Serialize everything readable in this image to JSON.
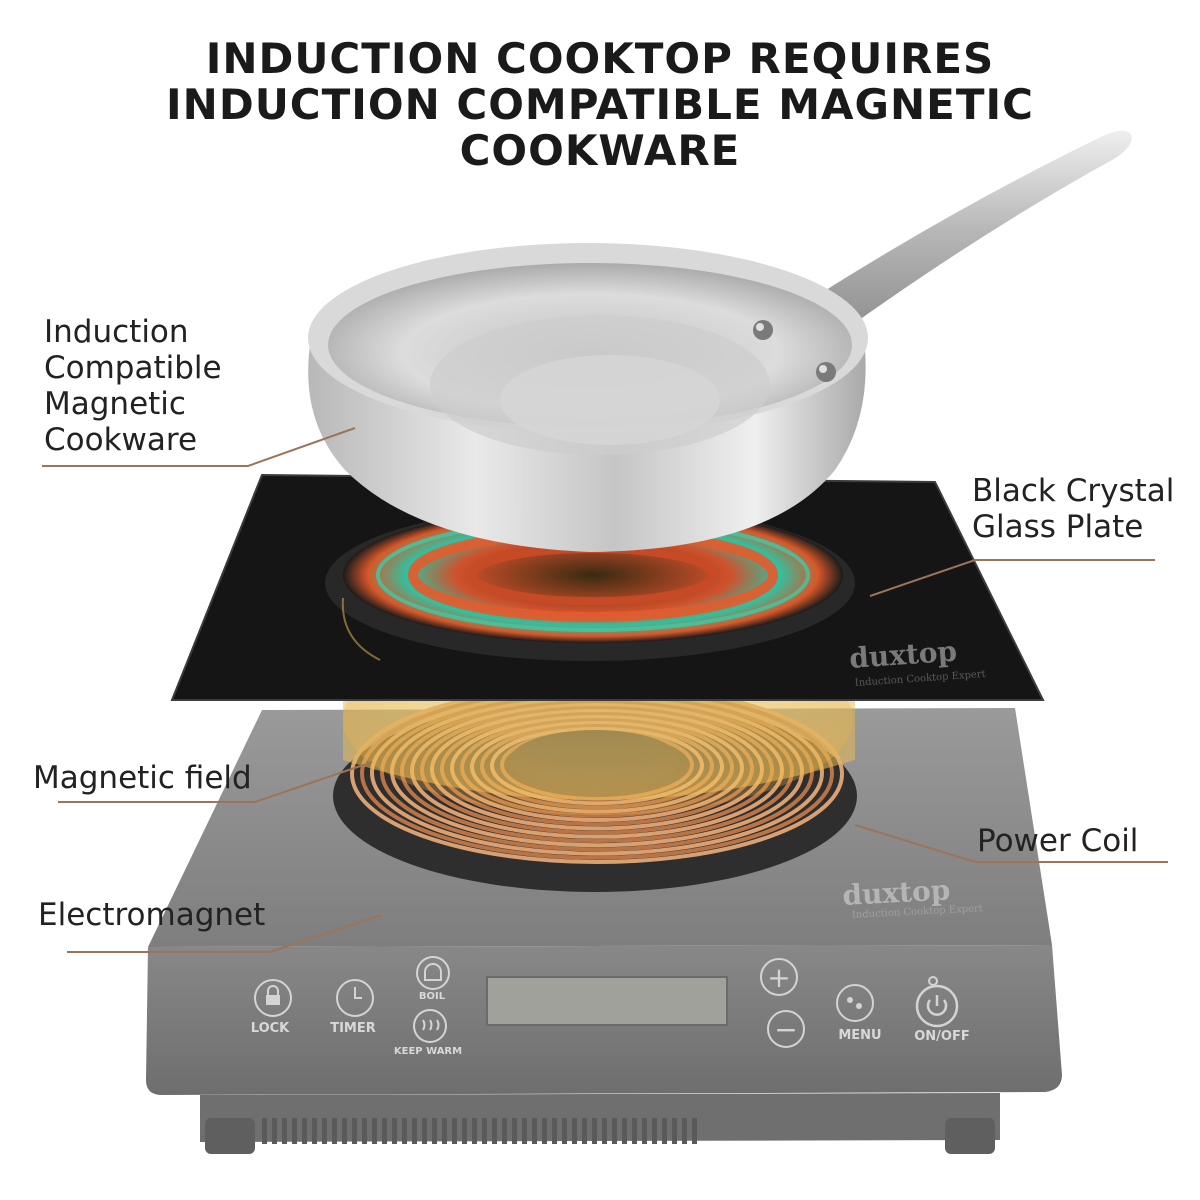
{
  "title": {
    "line1": "INDUCTION COOKTOP REQUIRES",
    "line2": "INDUCTION COMPATIBLE MAGNETIC",
    "line3": "COOKWARE"
  },
  "labels": {
    "cookware": [
      "Induction",
      "Compatible",
      "Magnetic",
      "Cookware"
    ],
    "glass_plate": [
      "Black Crystal",
      "Glass Plate"
    ],
    "magnetic_field": "Magnetic field",
    "power_coil": "Power Coil",
    "electromagnet": "Electromagnet"
  },
  "brand": {
    "name": "duxtop",
    "tagline": "Induction Cooktop Expert"
  },
  "controls": {
    "lock": "LOCK",
    "timer": "TIMER",
    "boil": "BOIL",
    "keep_warm": "KEEP WARM",
    "menu": "MENU",
    "on_off": "ON/OFF",
    "plus": "+",
    "minus": "−"
  },
  "colors": {
    "leader_line": "#9c7457",
    "cooktop_body": "#8d8d8d",
    "glass": "#151515",
    "coil": "#c98a5a"
  }
}
